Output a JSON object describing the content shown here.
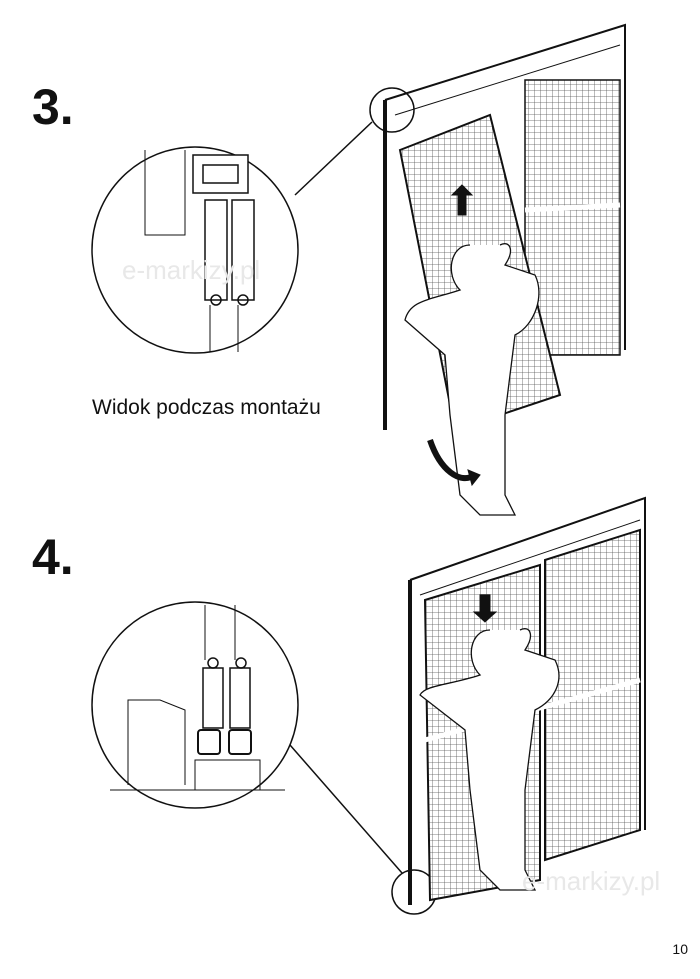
{
  "steps": [
    {
      "number": "3."
    },
    {
      "number": "4."
    }
  ],
  "caption": "Widok podczas montażu",
  "page_number": "10",
  "watermark": "e-markizy.pl"
}
